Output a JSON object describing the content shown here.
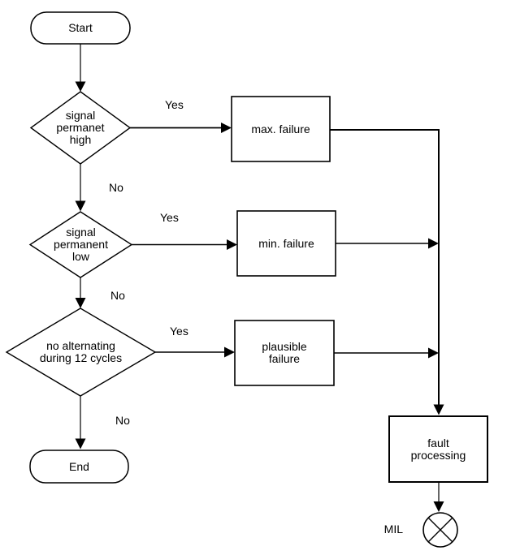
{
  "colors": {
    "ink": "#000000",
    "background": "#ffffff",
    "node_fill": "#ffffff"
  },
  "flowchart": {
    "start": {
      "label": "Start"
    },
    "decision_signal_high": {
      "lines": [
        "signal",
        "permanet",
        "high"
      ]
    },
    "decision_signal_low": {
      "lines": [
        "signal",
        "permanent",
        "low"
      ]
    },
    "decision_no_alternating": {
      "lines": [
        "no alternating",
        "during 12 cycles"
      ]
    },
    "process_max_failure": {
      "label": "max. failure"
    },
    "process_min_failure": {
      "label": "min. failure"
    },
    "process_plausible_failure": {
      "lines": [
        "plausible",
        "failure"
      ]
    },
    "process_fault_processing": {
      "lines": [
        "fault",
        "processing"
      ]
    },
    "end": {
      "label": "End"
    },
    "mil": {
      "label": "MIL"
    },
    "edge_labels": {
      "decision1_yes": "Yes",
      "decision1_no": "No",
      "decision2_yes": "Yes",
      "decision2_no": "No",
      "decision3_yes": "Yes",
      "decision3_no": "No"
    }
  }
}
